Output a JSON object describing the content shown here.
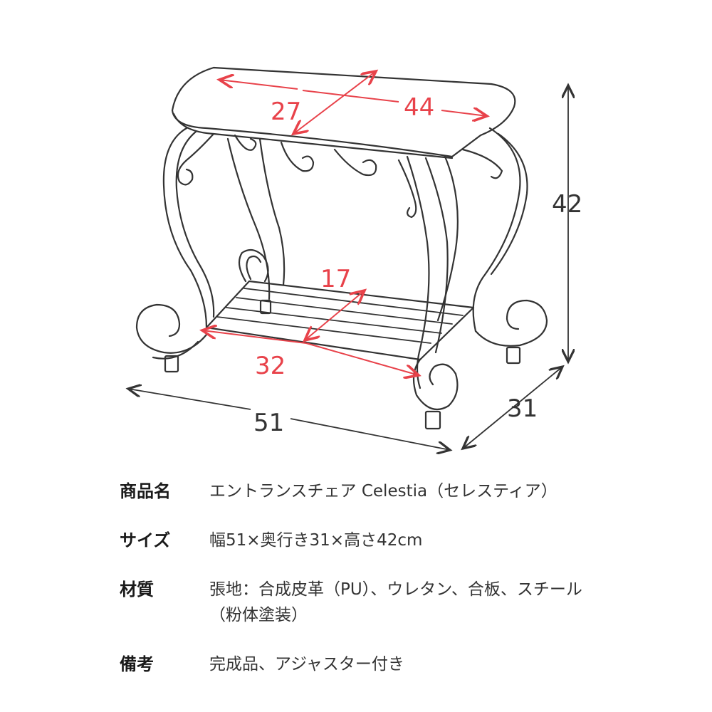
{
  "dimensions": {
    "seat_width": "44",
    "seat_depth": "27",
    "shelf_depth": "17",
    "shelf_width": "32",
    "total_width": "51",
    "total_depth": "31",
    "total_height": "42"
  },
  "colors": {
    "dimension_red": "#e8424a",
    "line": "#333333",
    "text": "#333333"
  },
  "specs": [
    {
      "label": "商品名",
      "value": "エントランスチェア Celestia（セレスティア）"
    },
    {
      "label": "サイズ",
      "value": "幅51×奥行き31×高さ42cm"
    },
    {
      "label": "材質",
      "value": "張地：合成皮革（PU）、ウレタン、合板、スチール（粉体塗装）"
    },
    {
      "label": "備考",
      "value": "完成品、アジャスター付き"
    }
  ]
}
